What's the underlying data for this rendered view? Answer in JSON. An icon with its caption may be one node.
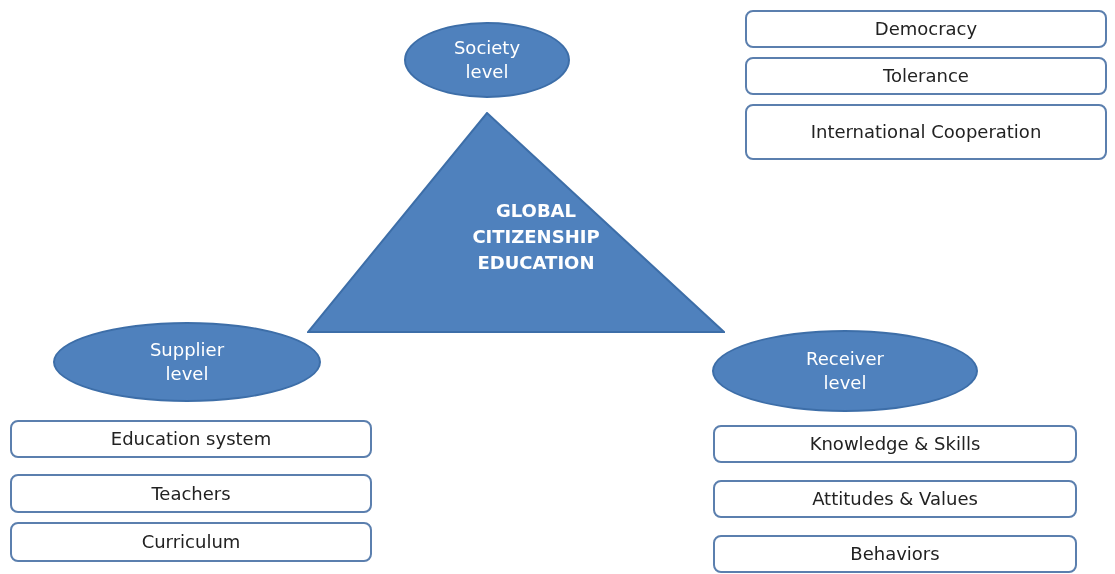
{
  "diagram": {
    "nodes": [
      {
        "text": [
          "Society level"
        ]
      },
      {
        "text": [
          "Democracy"
        ]
      },
      {
        "text": [
          "Tolerance"
        ]
      },
      {
        "text": [
          "International Cooperation"
        ]
      },
      {
        "text": [
          "GLOBAL CITIZENSHIP EDUCATION"
        ]
      },
      {
        "text": [
          "Supplier level"
        ]
      },
      {
        "text": [
          "Education system"
        ]
      },
      {
        "text": [
          "Teachers"
        ]
      },
      {
        "text": [
          "Curriculum"
        ]
      },
      {
        "text": [
          "Receiver level"
        ]
      },
      {
        "text": [
          "Knowledge & Skills"
        ]
      },
      {
        "text": [
          "Attitudes & Values"
        ]
      },
      {
        "text": [
          "Behaviors"
        ]
      }
    ]
  }
}
